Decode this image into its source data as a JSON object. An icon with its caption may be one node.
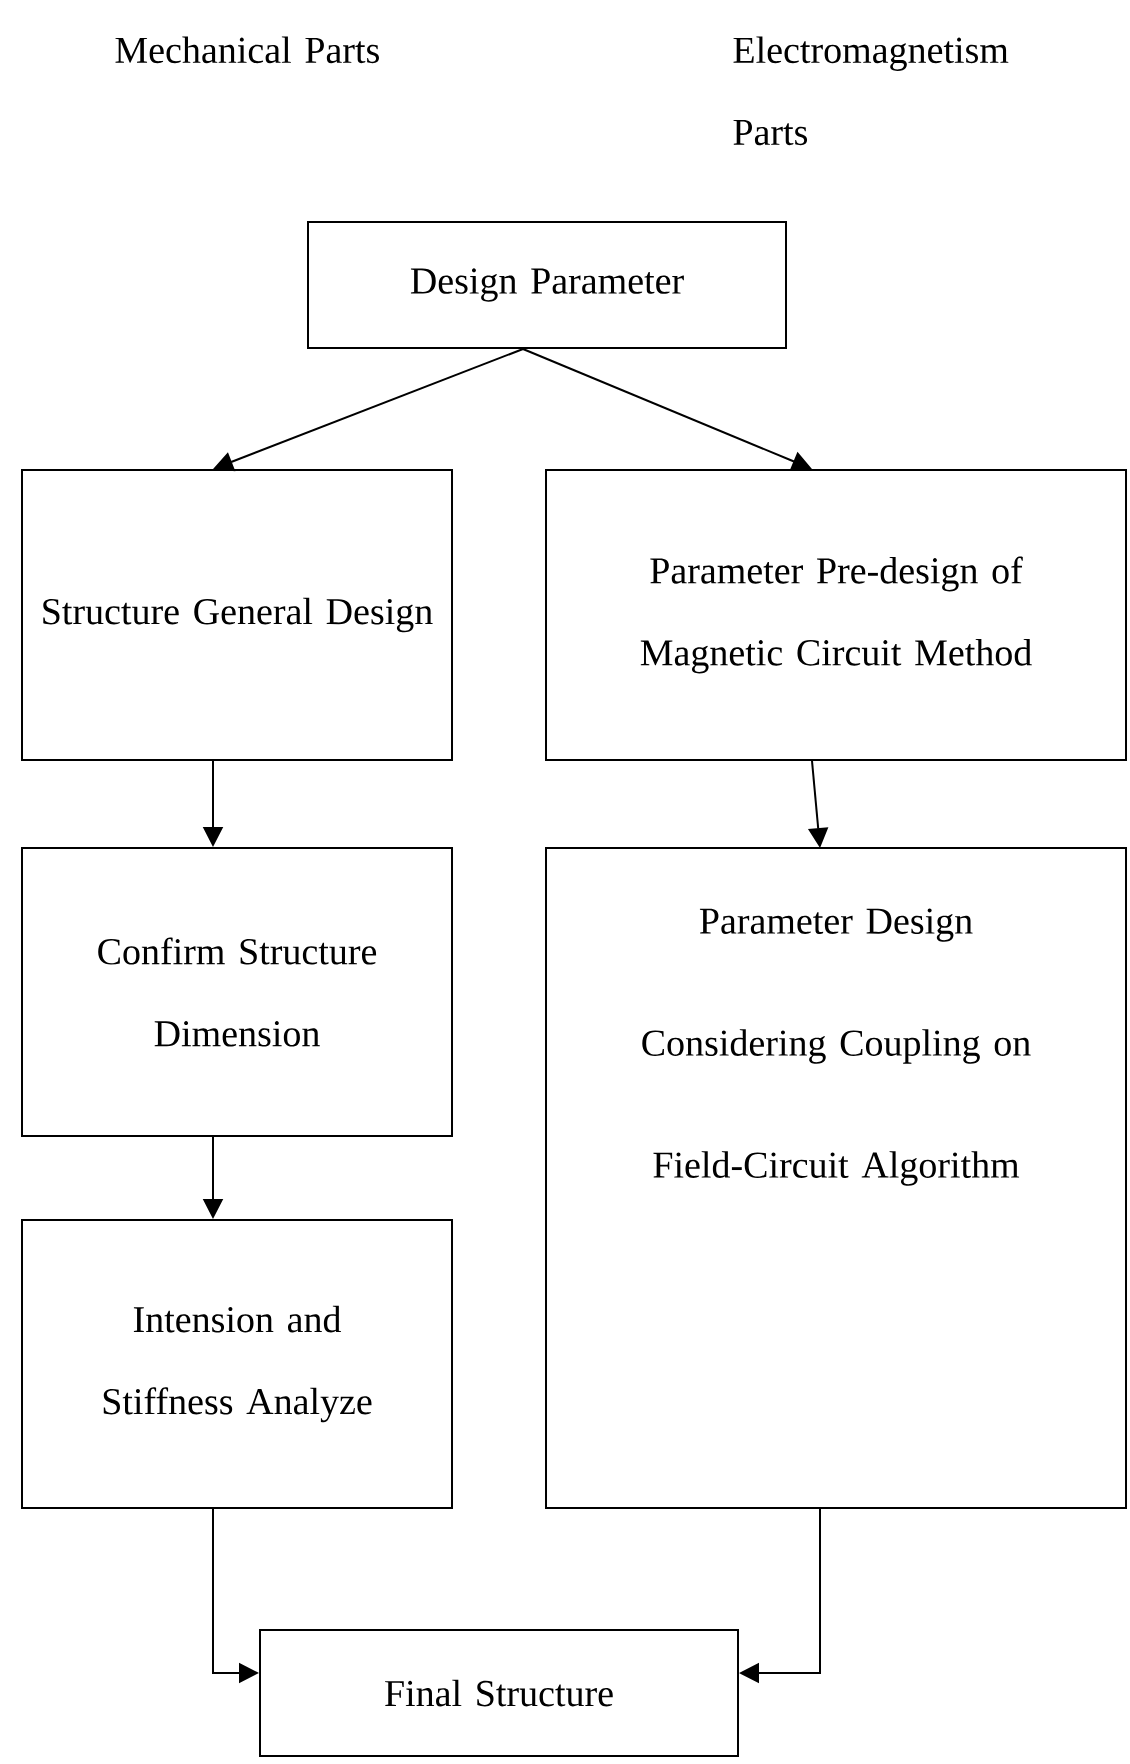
{
  "diagram": {
    "nodes": [
      {
        "text": [
          "Design Parameter"
        ]
      },
      {
        "text": [
          "Structure General Design"
        ]
      },
      {
        "text": [
          "Parameter Pre-design of Magnetic Circuit Method"
        ]
      },
      {
        "text": [
          "Confirm Structure Dimension"
        ]
      },
      {
        "text": [
          "Parameter Design Considering Coupling on Field-Circuit Algorithm"
        ]
      },
      {
        "text": [
          "Intension and Stiffness Analyze"
        ]
      },
      {
        "text": [
          "Final Structure"
        ]
      }
    ],
    "edges": [
      {
        "from": 0,
        "to": 1,
        "arrow": "to"
      },
      {
        "from": 0,
        "to": 2,
        "arrow": "to"
      },
      {
        "from": 1,
        "to": 3,
        "arrow": "to"
      },
      {
        "from": 2,
        "to": 4,
        "arrow": "to"
      },
      {
        "from": 3,
        "to": 5,
        "arrow": "to"
      },
      {
        "from": 5,
        "to": 6,
        "arrow": "to"
      },
      {
        "from": 4,
        "to": 6,
        "arrow": "to"
      }
    ],
    "labels": [
      "Mechanical Parts",
      "Electromagnetism Parts"
    ]
  }
}
